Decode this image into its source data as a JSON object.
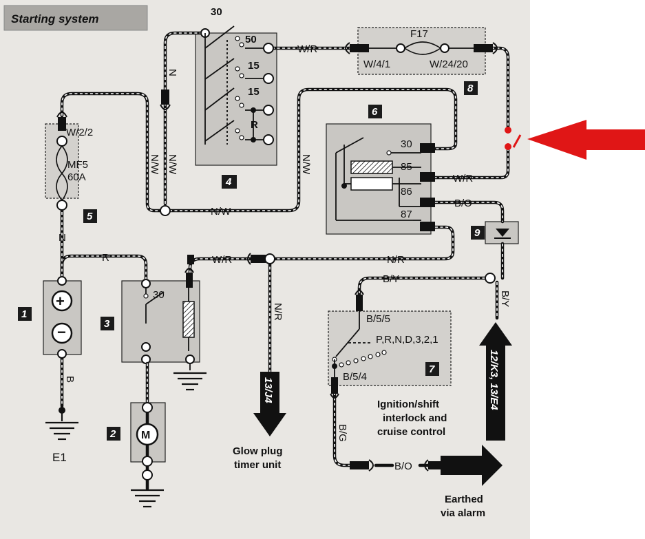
{
  "title": "Starting system",
  "components": {
    "c1": "1",
    "c2": "2",
    "c3": "3",
    "c4": "4",
    "c5": "5",
    "c6": "6",
    "c7": "7",
    "c8": "8",
    "c9": "9"
  },
  "ignition_switch": {
    "t30": "30",
    "t50": "50",
    "t15a": "15",
    "t15b": "15",
    "tR": "R"
  },
  "fuse_box": {
    "left": "W/4/1",
    "fuse": "F17",
    "right": "W/24/20"
  },
  "maxi_fuse": {
    "top": "W/2/2",
    "name": "MF5",
    "rating": "60A"
  },
  "relay": {
    "t30": "30",
    "t85": "85",
    "t86": "86",
    "t87": "87"
  },
  "solenoid": {
    "t30": "30"
  },
  "interlock": {
    "top": "B/5/5",
    "positions": "P,R,N,D,3,2,1",
    "bottom": "B/5/4"
  },
  "wires": {
    "n_left": "N",
    "n_top": "N",
    "n_w_a": "N/W",
    "n_w_b": "N/W",
    "n_w_c": "N/W",
    "n_w_bottom": "N/W",
    "w_r_top": "W/R",
    "w_r_relay": "W/R",
    "b_o_relay": "B/O",
    "r_battery": "R",
    "w_r_mid": "W/R",
    "n_r_mid": "N/R",
    "n_r_down": "N/R",
    "b_y_h": "B/Y",
    "b_y_v": "B/Y",
    "b_ground": "B",
    "b_g": "B/G",
    "b_o_bottom": "B/O"
  },
  "earth_label": "E1",
  "refs": {
    "glow": "13/J4",
    "cruise": "12/K3, 13/E4"
  },
  "captions": {
    "glow_1": "Glow plug",
    "glow_2": "timer unit",
    "interlock_1": "Ignition/shift",
    "interlock_2": "interlock and",
    "interlock_3": "cruise control",
    "earth_1": "Earthed",
    "earth_2": "via alarm"
  },
  "colors": {
    "highlight_arrow": "#e01616"
  }
}
